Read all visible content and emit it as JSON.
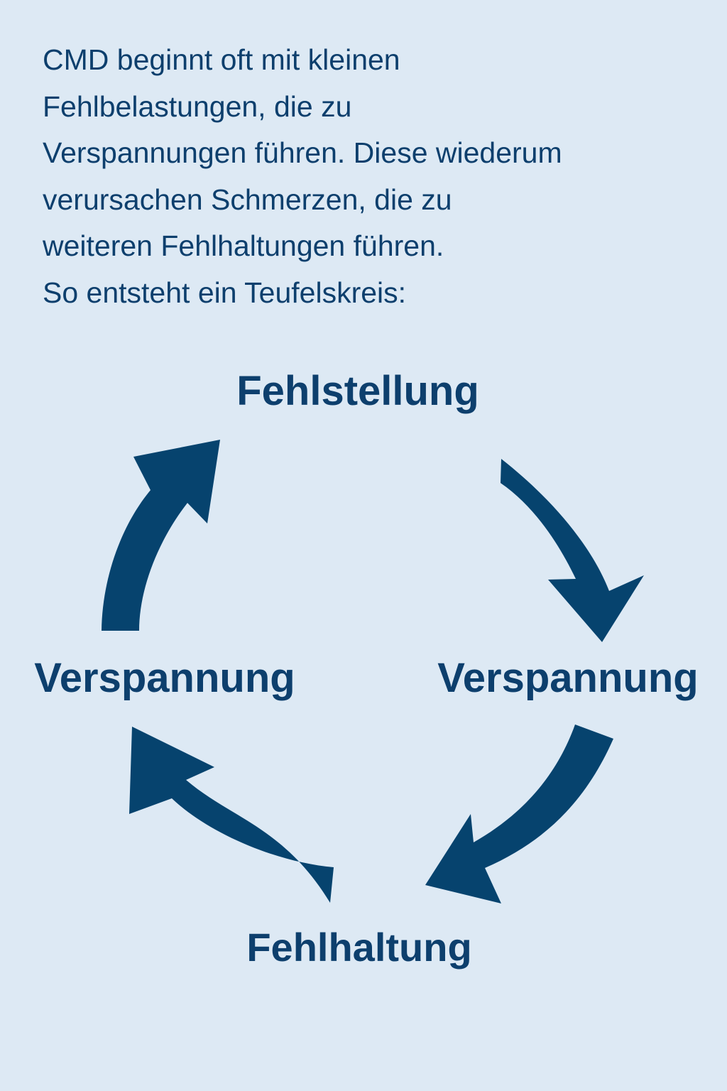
{
  "colors": {
    "background": "#dde9f4",
    "text": "#0d3f6d",
    "arrow": "#06436e"
  },
  "intro": {
    "lines": [
      "CMD beginnt oft mit kleinen",
      "Fehlbelastungen, die zu",
      "Verspannungen führen. Diese wiederum",
      "verursachen Schmerzen, die zu",
      "weiteren Fehlhaltungen führen.",
      "So entsteht ein Teufelskreis:"
    ]
  },
  "cycle": {
    "nodes": {
      "top": "Fehlstellung",
      "right": "Verspannung",
      "bottom": "Fehlhaltung",
      "left": "Verspannung"
    },
    "arrows": [
      {
        "from": "top",
        "to": "right",
        "icon": "curved-arrow-clockwise"
      },
      {
        "from": "right",
        "to": "bottom",
        "icon": "curved-arrow-clockwise"
      },
      {
        "from": "bottom",
        "to": "left",
        "icon": "curved-arrow-clockwise"
      },
      {
        "from": "left",
        "to": "top",
        "icon": "curved-arrow-clockwise"
      }
    ]
  }
}
